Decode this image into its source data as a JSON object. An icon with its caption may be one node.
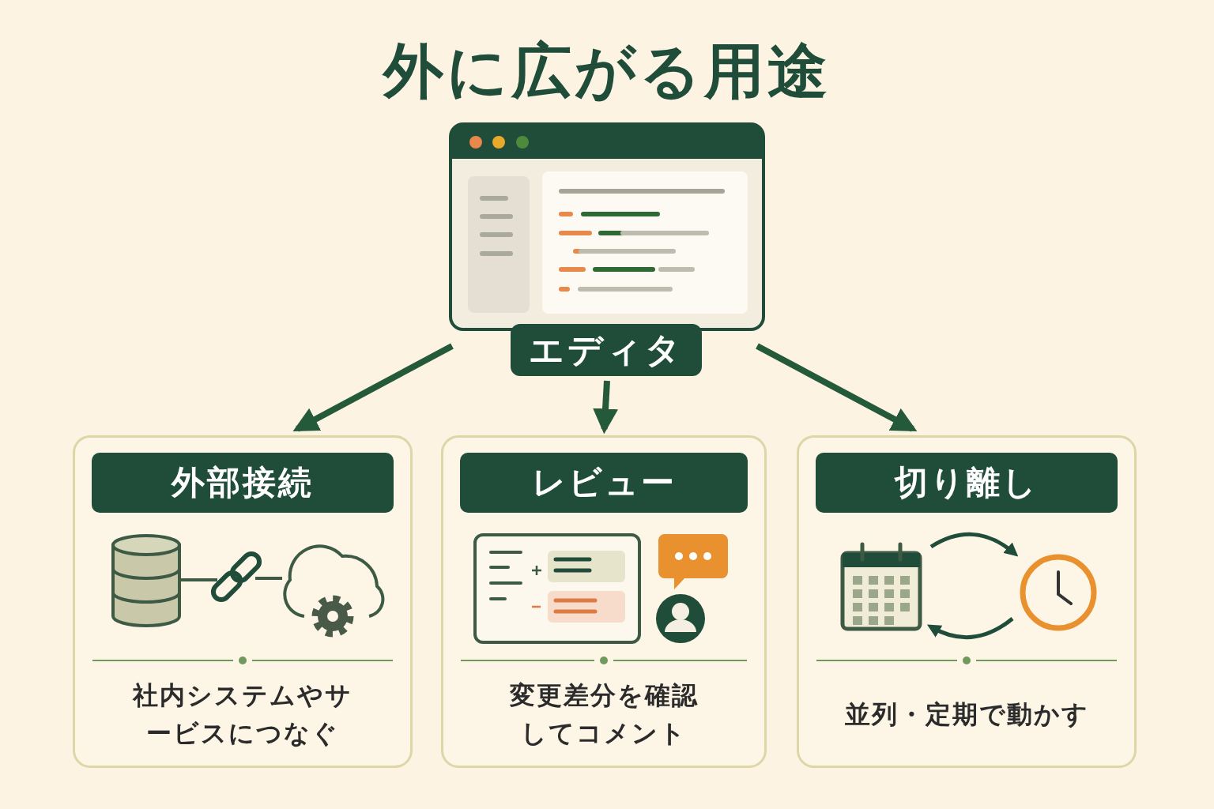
{
  "diagram": {
    "title": "外に広がる用途",
    "nodes": [
      {
        "text": [
          "エディタ"
        ]
      },
      {
        "text": [
          "外部接続",
          "社内システムやサービスにつなぐ"
        ]
      },
      {
        "text": [
          "レビュー",
          "変更差分を確認してコメント"
        ]
      },
      {
        "text": [
          "切り離し",
          "並列・定期で動かす"
        ]
      }
    ],
    "edges": [
      {
        "from": 0,
        "to": 1,
        "arrow": "to"
      },
      {
        "from": 0,
        "to": 2,
        "arrow": "to"
      },
      {
        "from": 0,
        "to": 3,
        "arrow": "to"
      }
    ]
  }
}
